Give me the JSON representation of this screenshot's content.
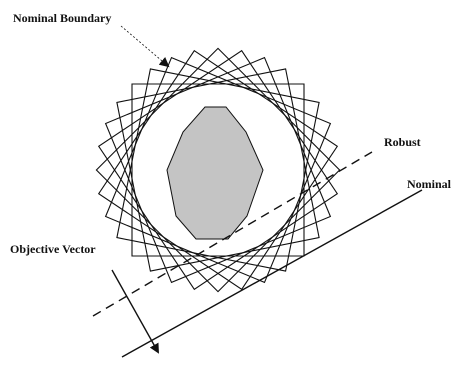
{
  "labels": {
    "nominal_boundary": "Nominal Boundary",
    "robust": "Robust",
    "nominal": "Nominal",
    "objective_vector": "Objective Vector"
  },
  "colors": {
    "stroke": "#111111",
    "shaded_region": "#c4c4c4",
    "background": "#ffffff"
  },
  "polygon_rotations_deg": [
    0,
    11.25,
    22.5,
    33.75,
    45,
    56.25,
    67.5,
    78.75
  ]
}
